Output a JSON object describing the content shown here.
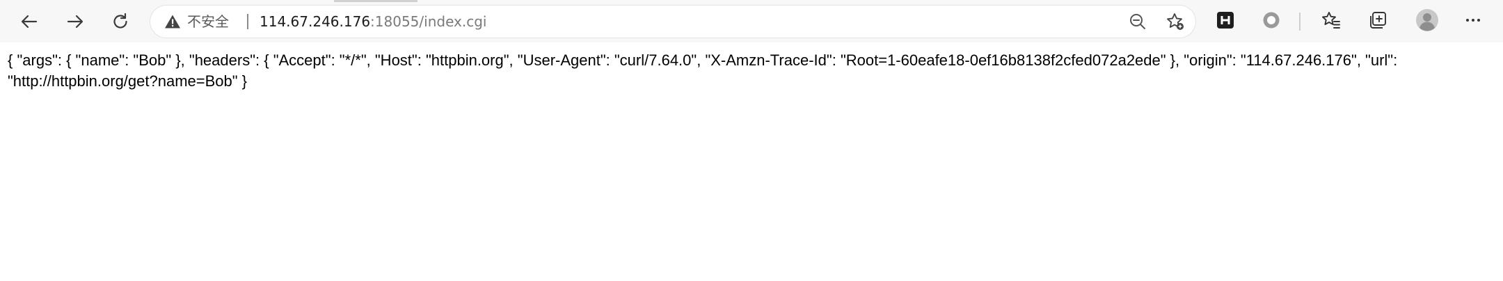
{
  "browser": {
    "address_bar": {
      "security_label": "不安全",
      "url_host": "114.67.246.176",
      "url_rest": ":18055/index.cgi"
    },
    "icons": {
      "back": "back-arrow-icon",
      "forward": "forward-arrow-icon",
      "reload": "reload-icon",
      "warning": "warning-triangle-icon",
      "zoom_out": "zoom-out-icon",
      "add_favorite": "add-favorite-icon",
      "extension_h": "extension-h-icon",
      "extension_circle": "extension-circle-icon",
      "favorites": "favorites-icon",
      "collections": "collections-icon",
      "profile": "profile-avatar-icon",
      "menu": "more-menu-icon"
    },
    "colors": {
      "toolbar_bg": "#f7f7f7",
      "address_bg": "#ffffff",
      "url_host": "#1a1a1a",
      "url_rest": "#7a7a7a"
    }
  },
  "page": {
    "body_text": "{ \"args\": { \"name\": \"Bob\" }, \"headers\": { \"Accept\": \"*/*\", \"Host\": \"httpbin.org\", \"User-Agent\": \"curl/7.64.0\", \"X-Amzn-Trace-Id\": \"Root=1-60eafe18-0ef16b8138f2cfed072a2ede\" }, \"origin\": \"114.67.246.176\", \"url\": \"http://httpbin.org/get?name=Bob\" }"
  }
}
